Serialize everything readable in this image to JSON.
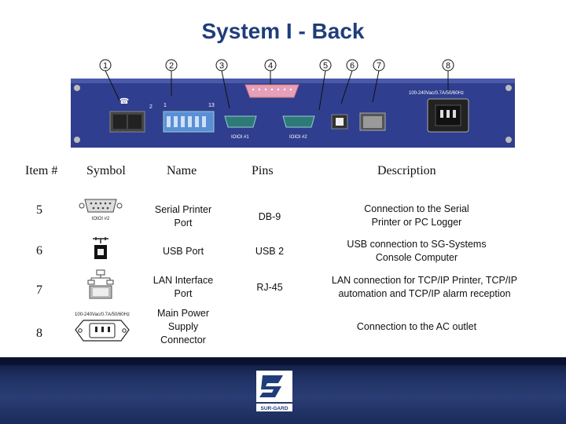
{
  "title": "System I - Back",
  "device": {
    "callouts": [
      "1",
      "2",
      "3",
      "4",
      "5",
      "6",
      "7",
      "8"
    ],
    "labels": {
      "port_numbers_left": "2",
      "port_numbers_dip_start": "1",
      "port_numbers_dip_end": "13",
      "serial1": "IOIOI #1",
      "serial2": "IOIOI #2",
      "power_rating": "100-240Vac/0.7A/50/60Hz"
    }
  },
  "table": {
    "headers": {
      "item": "Item #",
      "symbol": "Symbol",
      "name": "Name",
      "pins": "Pins",
      "description": "Description"
    },
    "rows": [
      {
        "item": "5",
        "symbol_icon": "serial-port-icon",
        "symbol_caption": "IOIOI #2",
        "name_lines": [
          "Serial Printer",
          "Port"
        ],
        "pins": "DB-9",
        "description_lines": [
          "Connection to the Serial",
          "Printer or PC Logger"
        ]
      },
      {
        "item": "6",
        "symbol_icon": "usb-port-icon",
        "name_lines": [
          "USB Port"
        ],
        "pins": "USB 2",
        "description_lines": [
          "USB connection to SG-Systems",
          "Console Computer"
        ]
      },
      {
        "item": "7",
        "symbol_icon": "lan-port-icon",
        "name_lines": [
          "LAN Interface",
          "Port"
        ],
        "pins": "RJ-45",
        "description_lines": [
          "LAN connection for TCP/IP Printer, TCP/IP",
          "automation and TCP/IP alarm reception"
        ]
      },
      {
        "item": "8",
        "symbol_icon": "power-connector-icon",
        "symbol_caption": "100-240Vac/0.7A/50/60Hz",
        "name_lines": [
          "Main Power",
          "Supply",
          "Connector"
        ],
        "pins": "",
        "description_lines": [
          "Connection to the AC outlet"
        ]
      }
    ]
  },
  "footer": {
    "logo_text": "SUR-GARD"
  },
  "colors": {
    "title": "#1f3d7a",
    "device_panel": "#2e3f8f",
    "footer": "#1f3063"
  }
}
